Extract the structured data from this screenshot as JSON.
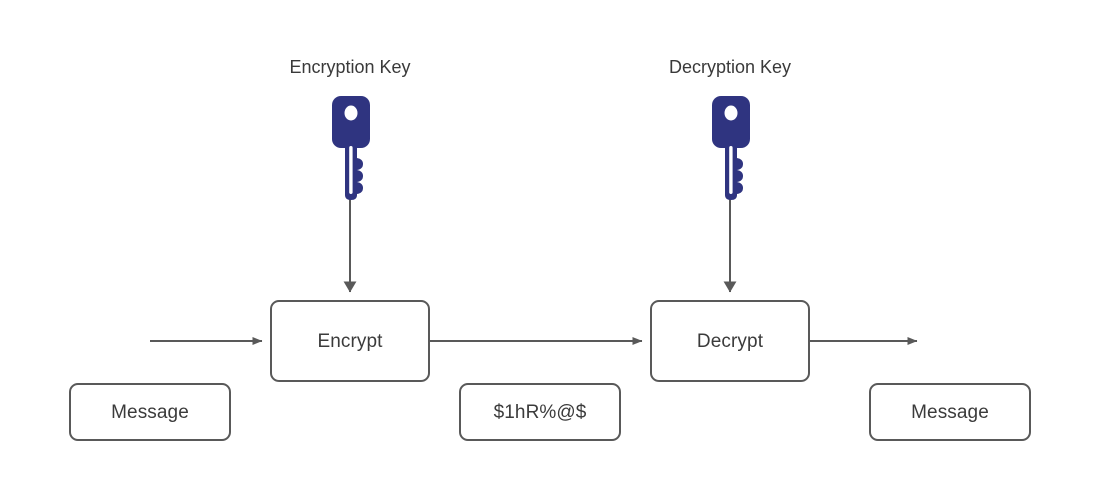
{
  "diagram": {
    "title": "Symmetric encryption and decryption flow",
    "background_color": "#ffffff",
    "stroke_color": "#595959",
    "text_color": "#3b3b3b",
    "key_color": "#2f3480",
    "key_hole_color": "#ffffff"
  },
  "labels": {
    "encryption_key": "Encryption Key",
    "decryption_key": "Decryption Key"
  },
  "nodes": {
    "plaintext_in": "Message",
    "encrypt": "Encrypt",
    "ciphertext": "$1hR%@$",
    "decrypt": "Decrypt",
    "plaintext_out": "Message"
  },
  "icons": {
    "encryption_key_icon": "key-icon",
    "decryption_key_icon": "key-icon",
    "input_arrow": "arrow-right-icon",
    "encrypt_to_decrypt_arrow": "arrow-right-icon",
    "output_arrow": "arrow-right-icon",
    "encryption_key_arrow": "arrow-down-icon",
    "decryption_key_arrow": "arrow-down-icon"
  }
}
